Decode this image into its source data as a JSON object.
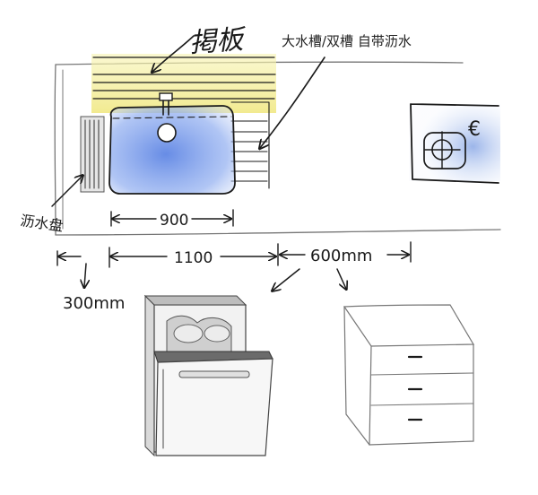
{
  "labels": {
    "flap_board": "掲板",
    "sink_note": "大水槽/双槽 自带沥水",
    "drain_tray": "沥水盘",
    "stove_symbol": "€"
  },
  "dimensions": {
    "sink_width": "900",
    "dishwasher_zone": "1100",
    "drawer_zone": "600mm",
    "side_zone": "300mm"
  },
  "colors": {
    "sink_blue": "#6f93e8",
    "flap_yellow": "#f5ef9a",
    "stove_blue": "#9db6e8",
    "ink": "#1a1a1a"
  }
}
